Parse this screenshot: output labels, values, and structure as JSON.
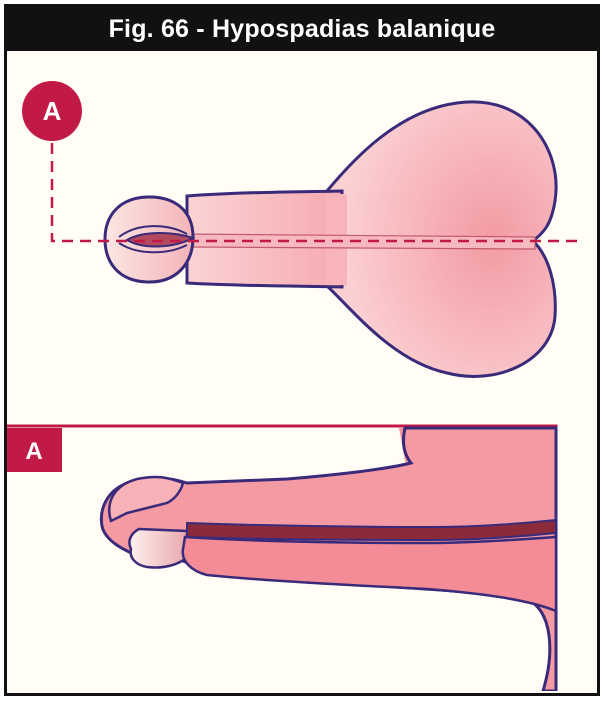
{
  "figure": {
    "title": "Fig. 66 - Hypospadias balanique"
  },
  "top_view": {
    "marker_label": "A"
  },
  "section_view": {
    "label": "A"
  },
  "colors": {
    "title_background": "#111111",
    "title_text": "#ffffff",
    "accent": "#c21a46",
    "skin": "#f6a8b0",
    "skin_light": "#fbd0d2",
    "outline": "#3a2a7a",
    "urethra": "#8b2a3a",
    "background": "#fffdf6"
  }
}
